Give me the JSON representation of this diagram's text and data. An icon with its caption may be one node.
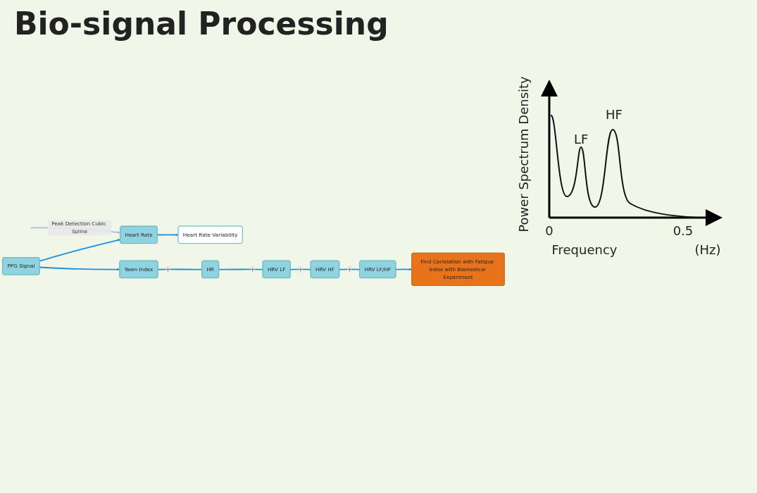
{
  "diagram": {
    "title": "Bio-signal Processing",
    "nodes": [
      {
        "text": [
          "PPG Signal"
        ]
      },
      {
        "text": [
          "Heart Rate"
        ]
      },
      {
        "text": [
          "Heart Rate Variability"
        ]
      },
      {
        "text": [
          "Yawn Index"
        ]
      },
      {
        "text": [
          "HR"
        ]
      },
      {
        "text": [
          "HRV LF"
        ]
      },
      {
        "text": [
          "HRV HF"
        ]
      },
      {
        "text": [
          "HRV LF/HF"
        ]
      },
      {
        "text": [
          "Find Correlation with Fatigue Index with Biomedical Experiment"
        ]
      }
    ],
    "edges": [
      {
        "from": 0,
        "to": 1,
        "arrow": "to"
      },
      {
        "from": 1,
        "to": 2,
        "arrow": "to"
      },
      {
        "from": null,
        "to": 1,
        "arrow": "to",
        "label": "Peak Detection Cubic Spline",
        "color": "#9cc3e0"
      },
      {
        "from": 0,
        "to": 3,
        "arrow": "to"
      },
      {
        "from": 3,
        "to": 4,
        "arrow": "none",
        "label": "+"
      },
      {
        "from": 4,
        "to": 5,
        "arrow": "none",
        "label": "+"
      },
      {
        "from": 5,
        "to": 6,
        "arrow": "none",
        "label": "+"
      },
      {
        "from": 6,
        "to": 7,
        "arrow": "none",
        "label": "+"
      },
      {
        "from": 7,
        "to": 8,
        "arrow": "to"
      }
    ],
    "labels": [
      "Power Spectrum Density",
      "LF",
      "HF",
      "0",
      "0.5",
      "Frequency",
      "(Hz)"
    ]
  }
}
